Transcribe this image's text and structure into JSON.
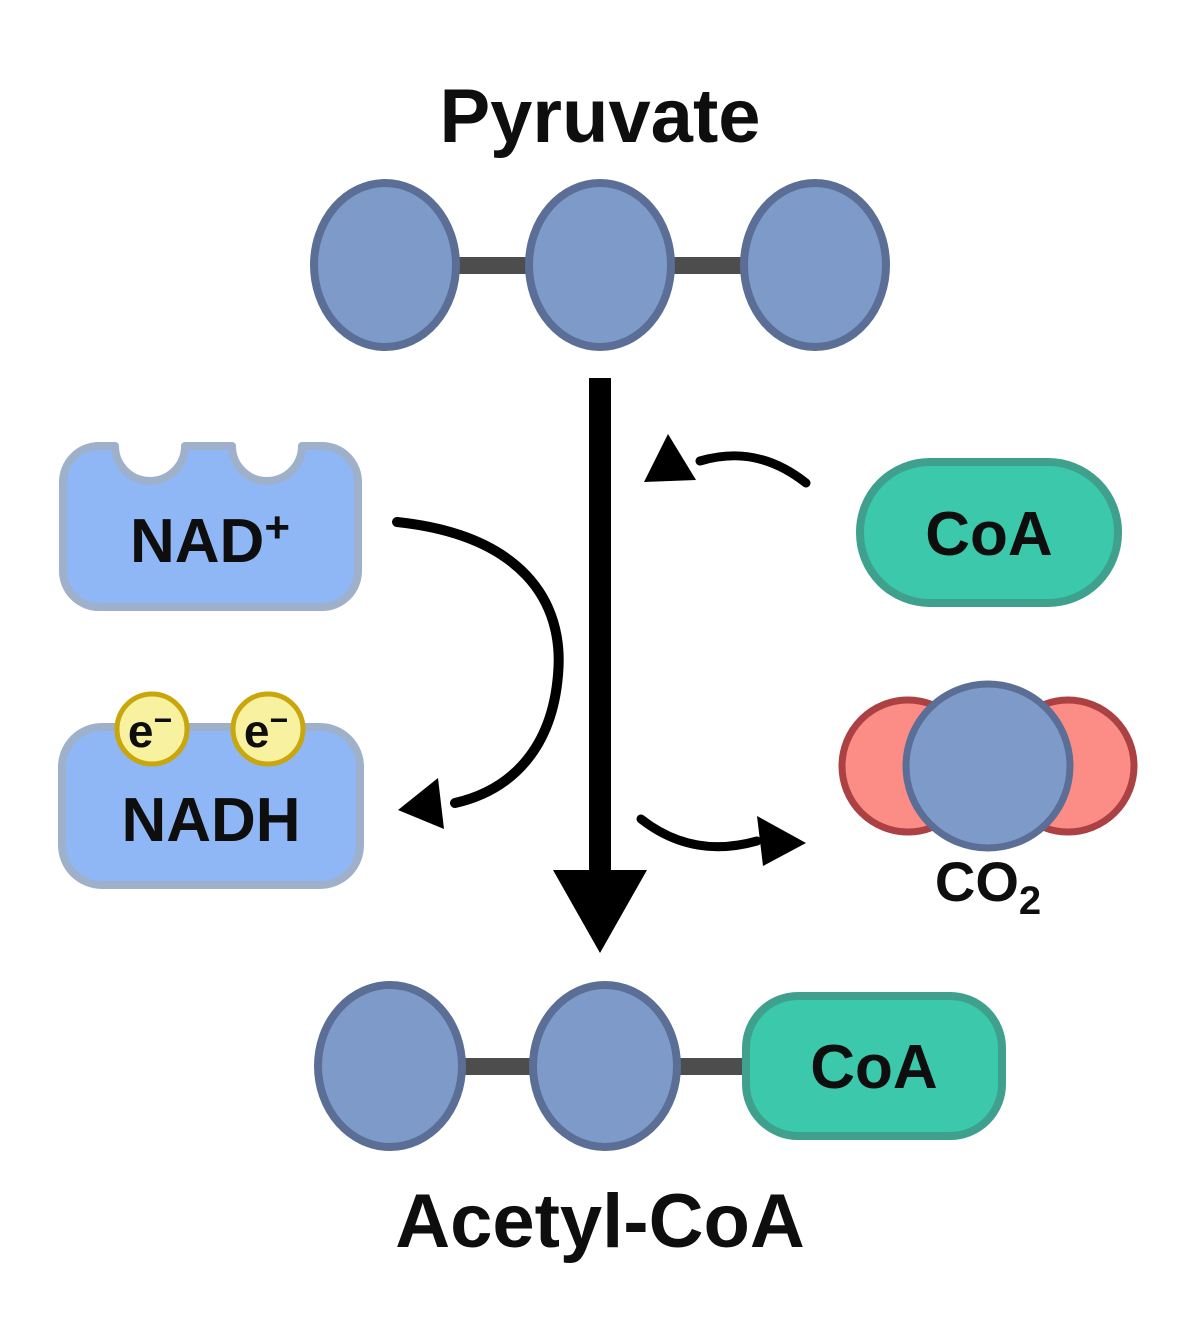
{
  "labels": {
    "pyruvate": "Pyruvate",
    "acetyl_coa": "Acetyl-CoA",
    "nad_base": "NAD",
    "nad_sup": "+",
    "nadh": "NADH",
    "e_base": "e",
    "e_sup": "−",
    "coa_top": "CoA",
    "coa_bottom": "CoA",
    "co2_base": "CO",
    "co2_sub": "2"
  },
  "diagram": {
    "reactant": {
      "name": "Pyruvate",
      "carbon_count": 3
    },
    "product": {
      "name": "Acetyl-CoA",
      "carbon_count": 2,
      "attached_group": "CoA"
    },
    "inputs": [
      "NAD+",
      "CoA"
    ],
    "outputs": [
      "NADH",
      "CO2"
    ],
    "electrons_on_nadh": 2,
    "co2_oxygen_count": 2
  },
  "colors": {
    "background": "#FFFFFF",
    "carbon_fill": "#7E9AC8",
    "carbon_stroke": "#5A6E96",
    "bond": "#4D4D4D",
    "nad_fill": "#8FB6F5",
    "nad_stroke": "#9FB0CB",
    "electron_fill": "#F8F2A0",
    "electron_stroke": "#C9A70C",
    "coa_fill": "#3CC8AB",
    "coa_stroke": "#3FA08E",
    "oxygen_fill": "#FC8D86",
    "oxygen_stroke": "#AC4143",
    "arrow": "#000000",
    "text": "#0E0E0E"
  }
}
